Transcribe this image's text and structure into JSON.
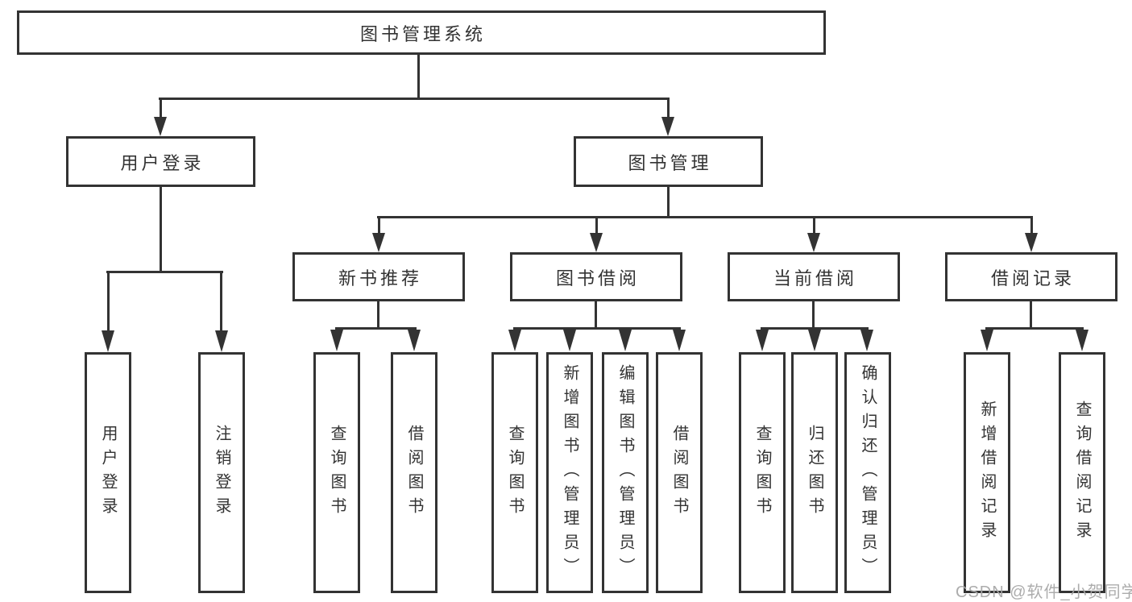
{
  "colors": {
    "background": "#ffffff",
    "line": "#333333",
    "box_border": "#333333",
    "box_fill": "#ffffff",
    "text": "#333333",
    "watermark": "#a8a8a8"
  },
  "tree": {
    "label": "图书管理系统",
    "children": [
      {
        "label": "用户登录",
        "children": [
          {
            "label": "用户登录"
          },
          {
            "label": "注销登录"
          }
        ]
      },
      {
        "label": "图书管理",
        "children": [
          {
            "label": "新书推荐",
            "children": [
              {
                "label": "查询图书"
              },
              {
                "label": "借阅图书"
              }
            ]
          },
          {
            "label": "图书借阅",
            "children": [
              {
                "label": "查询图书"
              },
              {
                "label": "新增图书（管理员）"
              },
              {
                "label": "编辑图书（管理员）"
              },
              {
                "label": "借阅图书"
              }
            ]
          },
          {
            "label": "当前借阅",
            "children": [
              {
                "label": "查询图书"
              },
              {
                "label": "归还图书"
              },
              {
                "label": "确认归还（管理员）"
              }
            ]
          },
          {
            "label": "借阅记录",
            "children": [
              {
                "label": "新增借阅记录"
              },
              {
                "label": "查询借阅记录"
              }
            ]
          }
        ]
      }
    ]
  },
  "watermark": {
    "text": "CSDN @软件_小贺同学"
  }
}
